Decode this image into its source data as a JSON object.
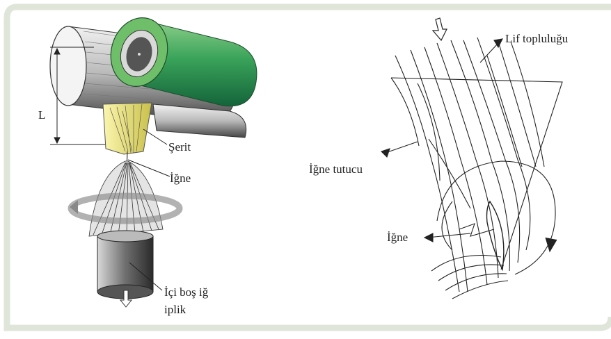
{
  "frame": {
    "border_color": "#dfe6d9",
    "background": "#ffffff"
  },
  "left_figure": {
    "label_L": "L",
    "label_serit": "Şerit",
    "label_igne": "İğne",
    "label_hollow_line1": "İçi boş iğ",
    "label_hollow_line2": "iplik",
    "colors": {
      "roller_green": "#2e8b57",
      "sliver_yellow": "#e8e06a",
      "roller_grey": "#9a9a9a"
    }
  },
  "right_figure": {
    "label_lif": "Lif topluluğu",
    "label_igne_tutucu": "İğne tutucu",
    "label_igne": "İğne"
  }
}
